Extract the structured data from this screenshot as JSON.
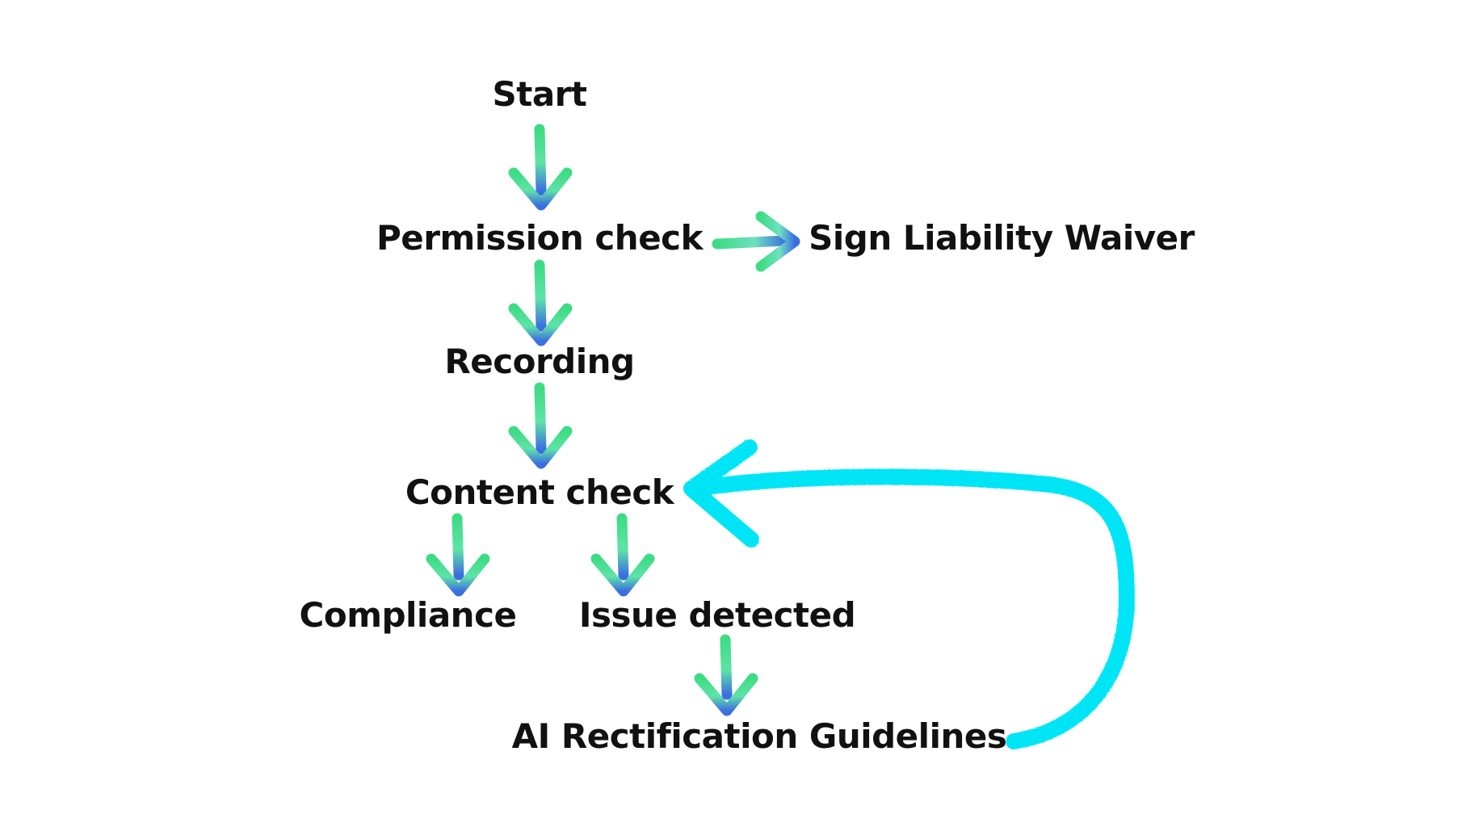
{
  "diagram": {
    "nodes": {
      "start": "Start",
      "permission_check": "Permission check",
      "sign_waiver": "Sign Liability Waiver",
      "recording": "Recording",
      "content_check": "Content check",
      "compliance": "Compliance",
      "issue_detected": "Issue detected",
      "ai_rectification": "AI Rectification Guidelines"
    },
    "edges": [
      {
        "from": "start",
        "to": "permission_check"
      },
      {
        "from": "permission_check",
        "to": "sign_waiver"
      },
      {
        "from": "permission_check",
        "to": "recording"
      },
      {
        "from": "recording",
        "to": "content_check"
      },
      {
        "from": "content_check",
        "to": "compliance"
      },
      {
        "from": "content_check",
        "to": "issue_detected"
      },
      {
        "from": "issue_detected",
        "to": "ai_rectification"
      },
      {
        "from": "ai_rectification",
        "to": "content_check",
        "style": "loop"
      }
    ],
    "colors": {
      "arrow_top": "#3ddc84",
      "arrow_bottom": "#3b6fe0",
      "loop": "#00e5f5",
      "text": "#111111"
    }
  }
}
